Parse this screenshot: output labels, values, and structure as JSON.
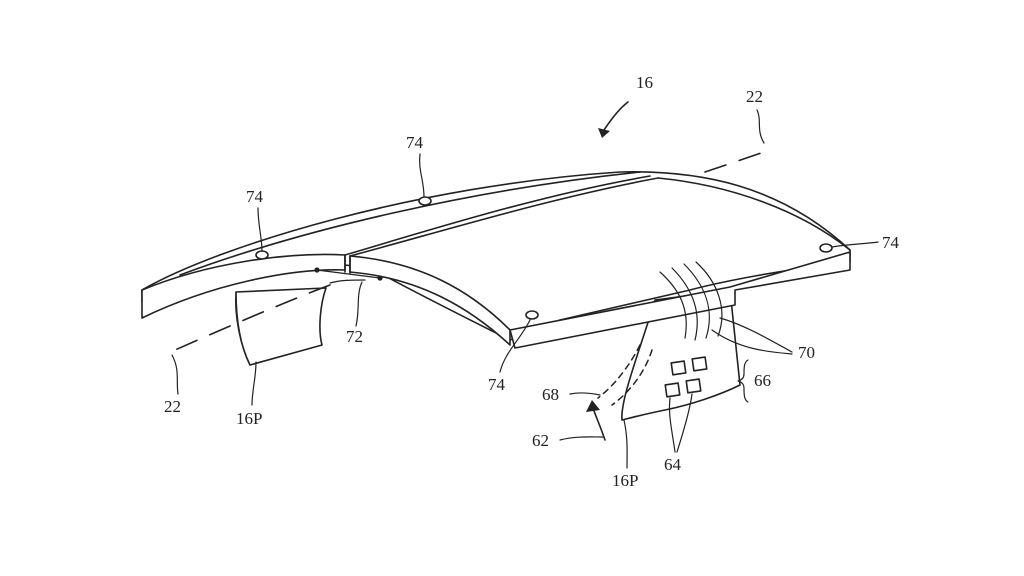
{
  "figure": {
    "labels": {
      "device": "16",
      "axis_top": "22",
      "axis_bottom": "22",
      "hole_top_center": "74",
      "hole_top_left": "74",
      "hole_right": "74",
      "hole_front": "74",
      "hinge": "72",
      "panel_left": "16P",
      "panel_right": "16P",
      "lines": "70",
      "group": "66",
      "dashed_part": "68",
      "motion": "62",
      "pads": "64"
    }
  }
}
